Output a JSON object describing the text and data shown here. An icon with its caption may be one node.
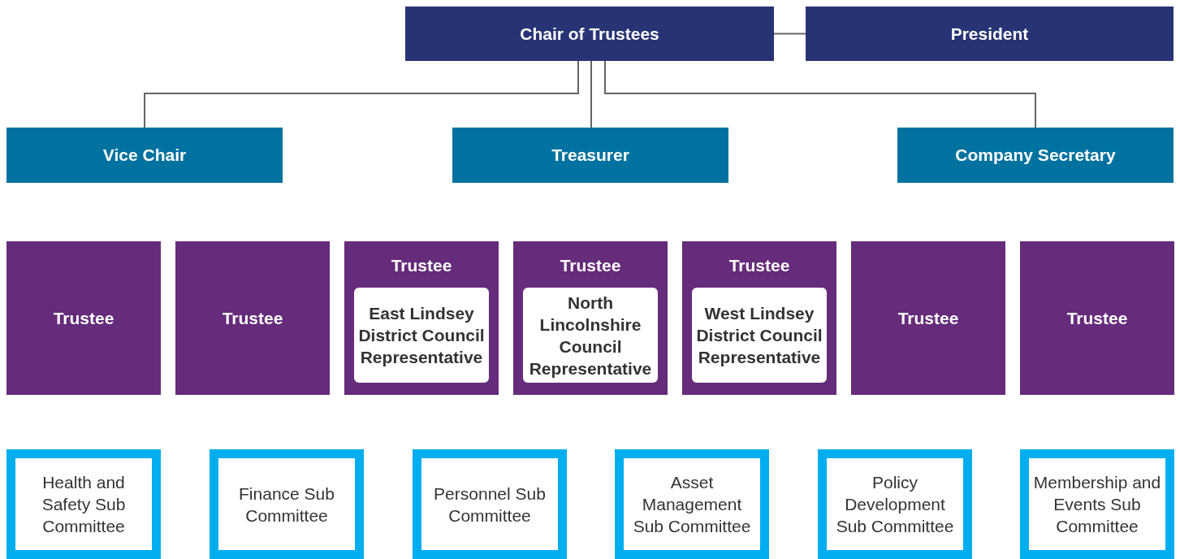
{
  "diagram": {
    "nodes": [
      {
        "text": [
          "Chair of Trustees"
        ]
      },
      {
        "text": [
          "President"
        ]
      },
      {
        "text": [
          "Vice Chair"
        ]
      },
      {
        "text": [
          "Treasurer"
        ]
      },
      {
        "text": [
          "Company Secretary"
        ]
      },
      {
        "text": [
          "Trustee"
        ]
      },
      {
        "text": [
          "Trustee"
        ]
      },
      {
        "text": [
          "Trustee"
        ]
      },
      {
        "text": [
          "East Lindsey District Council Representative"
        ],
        "in": 7
      },
      {
        "text": [
          "Trustee"
        ]
      },
      {
        "text": [
          "North Lincolnshire Council Representative"
        ],
        "in": 9
      },
      {
        "text": [
          "Trustee"
        ]
      },
      {
        "text": [
          "West Lindsey District Council Representative"
        ],
        "in": 11
      },
      {
        "text": [
          "Trustee"
        ]
      },
      {
        "text": [
          "Trustee"
        ]
      },
      {
        "text": [
          "Health and Safety Sub Committee"
        ]
      },
      {
        "text": [
          "Finance Sub Committee"
        ]
      },
      {
        "text": [
          "Personnel Sub Committee"
        ]
      },
      {
        "text": [
          "Asset Management Sub Committee"
        ]
      },
      {
        "text": [
          "Policy Development Sub Committee"
        ]
      },
      {
        "text": [
          "Membership and Events Sub Committee"
        ]
      }
    ],
    "edges": [
      {
        "from": 0,
        "to": 1,
        "arrow": "none"
      },
      {
        "from": 0,
        "to": 2,
        "arrow": "none"
      },
      {
        "from": 0,
        "to": 3,
        "arrow": "none"
      },
      {
        "from": 0,
        "to": 4,
        "arrow": "none"
      }
    ]
  }
}
